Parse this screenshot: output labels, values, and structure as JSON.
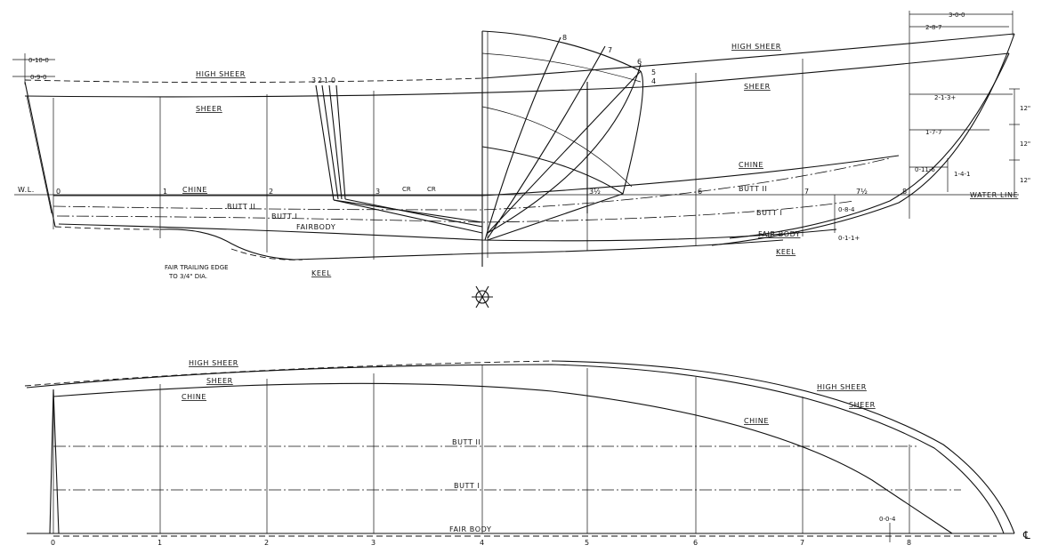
{
  "profile": {
    "high_sheer": "HIGH SHEER",
    "high_sheer_2": "HIGH SHEER",
    "sheer": "SHEER",
    "sheer_2": "SHEER",
    "chine": "CHINE",
    "chine_2": "CHINE",
    "butt_2": "BUTT II",
    "butt_2b": "BUTT II",
    "butt_1": "BUTT I",
    "butt_1b": "BUTT I",
    "fairbody": "FAIRBODY",
    "fair_body_2": "FAIR BODY",
    "keel": "KEEL",
    "keel_2": "KEEL",
    "wl": "W.L.",
    "water_line": "WATER LINE",
    "trailing_1": "FAIR TRAILING EDGE",
    "trailing_2": "TO 3/4\" DIA.",
    "stations": [
      "0",
      "1",
      "2",
      "3",
      "3½",
      "6",
      "7",
      "7½",
      "8"
    ],
    "cr_1": "CR",
    "cr_2": "CR",
    "sec_nums": [
      "3",
      "2",
      "1",
      "0"
    ],
    "sec_fwd": [
      "8",
      "7",
      "6",
      "5",
      "4"
    ],
    "dims": {
      "d0100": "0-10-0",
      "d090": "0-9-0",
      "d300": "3-0-0",
      "d287": "2-8-7",
      "d213": "2-1-3+",
      "d177": "1-7-7",
      "d0116": "0-11-6",
      "d141": "1-4-1",
      "d084": "0-8-4",
      "d011": "0-1-1+",
      "in12a": "12\"",
      "in12b": "12\"",
      "in12c": "12\""
    }
  },
  "plan": {
    "high_sheer": "HIGH SHEER",
    "high_sheer_2": "HIGH SHEER",
    "sheer": "SHEER",
    "sheer_2": "SHEER",
    "chine": "CHINE",
    "chine_2": "CHINE",
    "butt_2": "BUTT II",
    "butt_1": "BUTT I",
    "fair_body": "FAIR BODY",
    "dim": "0-0-4",
    "stations": [
      "0",
      "1",
      "2",
      "3",
      "4",
      "5",
      "6",
      "7",
      "8"
    ],
    "centerline": "℄"
  }
}
